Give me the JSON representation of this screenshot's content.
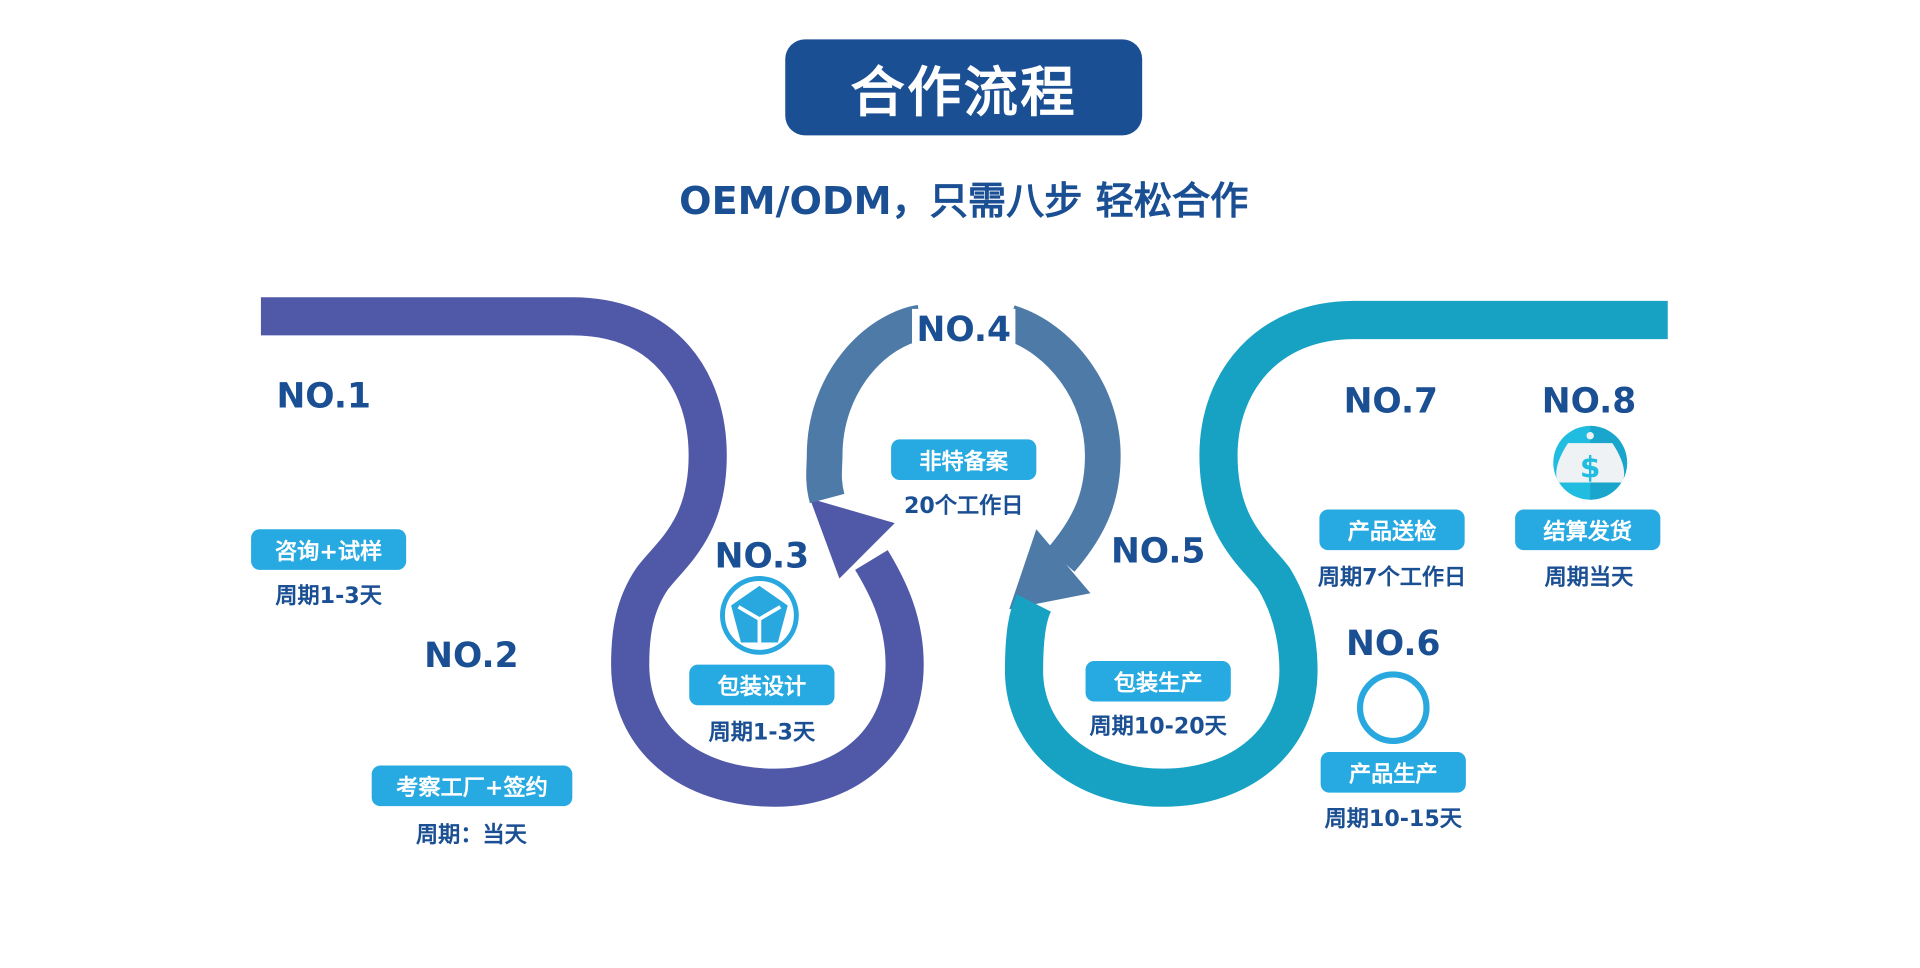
{
  "title": "合作流程",
  "subtitle": "OEM/ODM，只需八步 轻松合作",
  "colors": {
    "title_bg": "#1b4f93",
    "text": "#1b4f93",
    "pill": "#27aae1",
    "path_left": "#5058a8",
    "path_mid": "#4e7aa8",
    "path_right": "#17a2c4"
  },
  "steps": [
    {
      "no": "NO.1",
      "label": "咨询+试样",
      "period": "周期1-3天"
    },
    {
      "no": "NO.2",
      "label": "考察工厂+签约",
      "period": "周期：当天"
    },
    {
      "no": "NO.3",
      "label": "包装设计",
      "period": "周期1-3天",
      "icon": "box-icon"
    },
    {
      "no": "NO.4",
      "label": "非特备案",
      "period": "20个工作日"
    },
    {
      "no": "NO.5",
      "label": "包装生产",
      "period": "周期10-20天"
    },
    {
      "no": "NO.6",
      "label": "产品生产",
      "period": "周期10-15天",
      "icon": "ring-icon"
    },
    {
      "no": "NO.7",
      "label": "产品送检",
      "period": "周期7个工作日"
    },
    {
      "no": "NO.8",
      "label": "结算发货",
      "period": "周期当天",
      "icon": "money-bag-icon"
    }
  ]
}
